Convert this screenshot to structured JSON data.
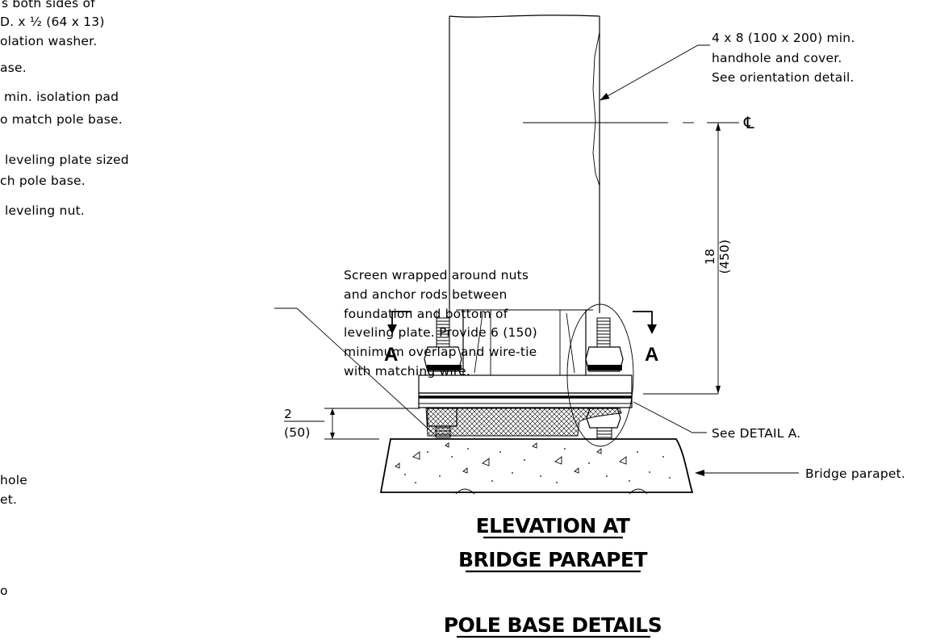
{
  "left_notes": [
    "s both sides of",
    "D. x ½ (64 x 13)",
    "olation washer.",
    "ase.",
    "min. isolation pad",
    "o match pole base.",
    "leveling plate sized",
    "ch pole base.",
    "leveling nut.",
    "hole",
    "et.",
    "o"
  ],
  "screen_note": [
    "Screen wrapped around nuts",
    "and anchor rods between",
    "foundation and bottom of",
    "leveling plate.  Provide 6 (150)",
    "minimum overlap and wire-tie",
    "with matching wire."
  ],
  "handhole_note": [
    "4 x 8 (100 x 200) min.",
    "handhole and cover.",
    "See orientation detail."
  ],
  "centerline_symbol": "℄",
  "dim_vertical": {
    "imperial": "18",
    "metric": "(450)"
  },
  "dim_gap": {
    "imperial": "2",
    "metric": "(50)"
  },
  "section_letter": "A",
  "see_detail": "See DETAIL A.",
  "bridge_note": "Bridge parapet.",
  "title_line1": "ELEVATION AT",
  "title_line2": "BRIDGE PARAPET",
  "sheet_title": "POLE BASE DETAILS"
}
